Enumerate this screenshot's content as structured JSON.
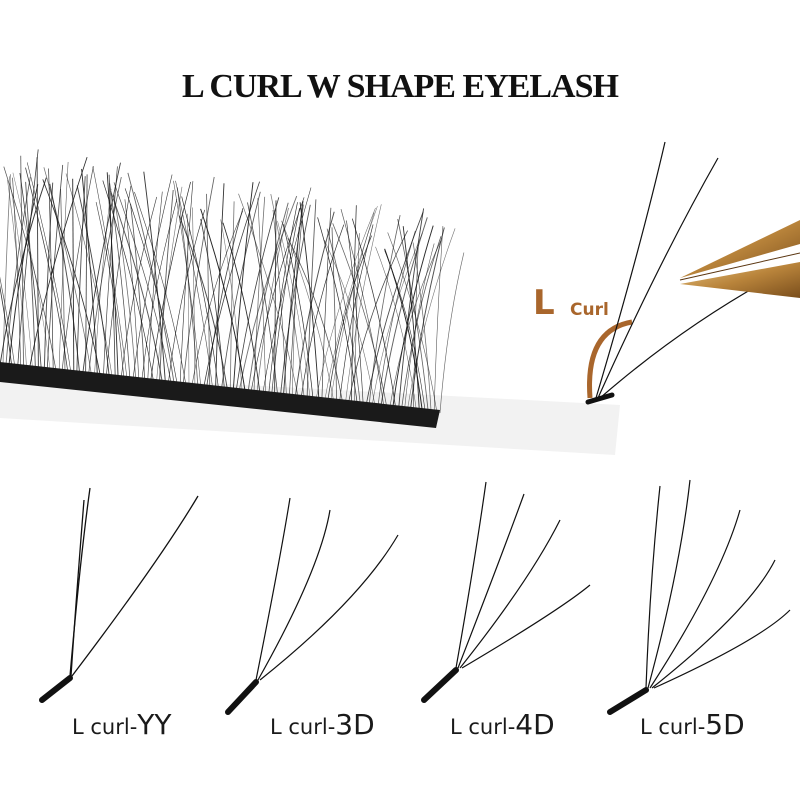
{
  "title": "L CURL W SHAPE EYELASH",
  "curl_label": {
    "letter": "L",
    "word": "Curl"
  },
  "variants": [
    {
      "prefix": "L curl-",
      "suffix": "YY"
    },
    {
      "prefix": "L curl-",
      "suffix": "3D"
    },
    {
      "prefix": "L curl-",
      "suffix": "4D"
    },
    {
      "prefix": "L curl-",
      "suffix": "5D"
    }
  ],
  "colors": {
    "accent": "#a9662c",
    "lash": "#111111",
    "tweezer": "#c89a52"
  }
}
